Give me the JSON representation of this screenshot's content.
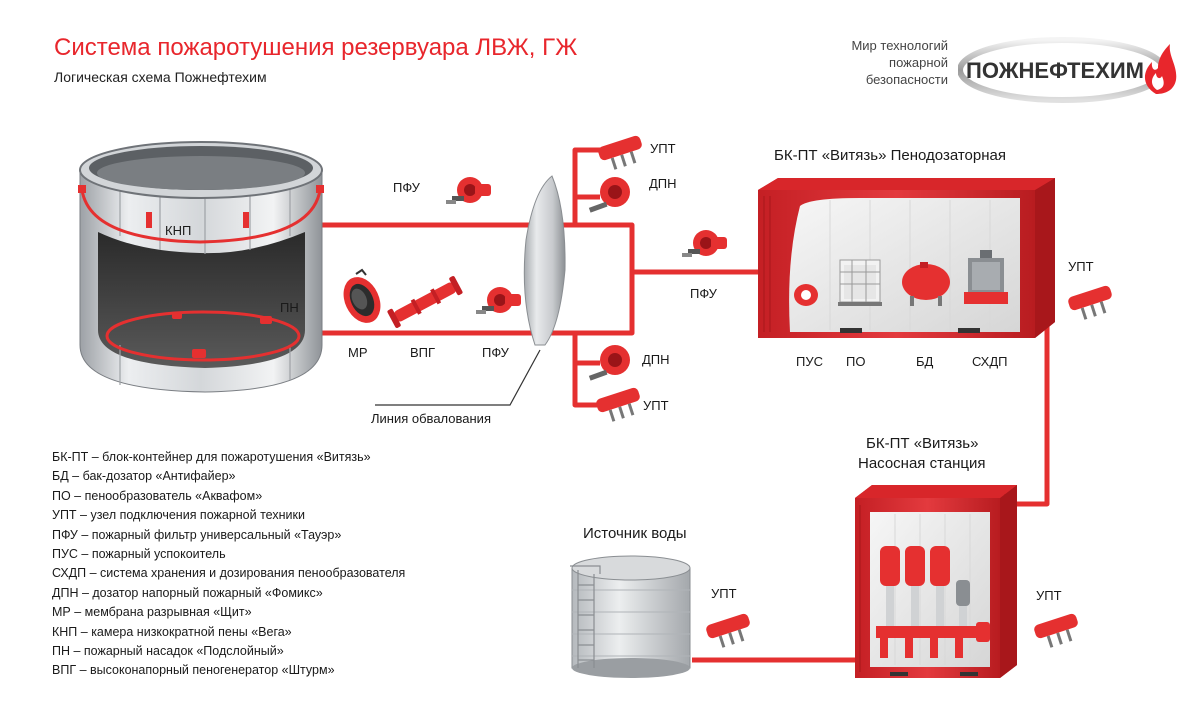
{
  "header": {
    "title": "Система пожаротушения резервуара ЛВЖ, ГЖ",
    "subtitle": "Логическая схема Пожнефтехим"
  },
  "brand": {
    "tagline": [
      "Мир технологий",
      "пожарной",
      "безопасности"
    ],
    "logo_text": "ПОЖНЕФТЕХИМ"
  },
  "diagram": {
    "tank": {
      "knp": "КНП",
      "pn": "ПН"
    },
    "line_labels": {
      "mr": "МР",
      "vpg": "ВПГ",
      "pfu_line": "ПФУ",
      "pfu_top": "ПФУ",
      "pfu_mid": "ПФУ"
    },
    "embankment": "Линия обвалования",
    "branch_top": {
      "upt": "УПТ",
      "dpn": "ДПН"
    },
    "branch_bottom": {
      "dpn": "ДПН",
      "upt": "УПТ"
    },
    "foam_container": {
      "title": "БК-ПТ «Витязь»  Пенодозаторная",
      "items": [
        "ПУС",
        "ПО",
        "БД",
        "СХДП"
      ],
      "upt": "УПТ"
    },
    "pump_container": {
      "title_line1": "БК-ПТ «Витязь»",
      "title_line2": "Насосная станция",
      "upt_left": "УПТ",
      "upt_right": "УПТ"
    },
    "water_source": "Источник воды"
  },
  "legend": [
    "БК-ПТ – блок-контейнер для пожаротушения «Витязь»",
    "БД – бак-дозатор «Антифайер»",
    "ПО – пенообразователь «Аквафом»",
    "УПТ – узел подключения пожарной техники",
    "ПФУ – пожарный фильтр универсальный «Тауэр»",
    "ПУС – пожарный успокоитель",
    "СХДП – система хранения и дозирования пенообразователя",
    "ДПН – дозатор напорный пожарный «Фомикс»",
    "МР – мембрана разрывная «Щит»",
    "КНП – камера низкократной пены «Вега»",
    "ПН – пожарный насадок «Подслойный»",
    "ВПГ – высоконапорный пеногенератор «Штурм»"
  ],
  "colors": {
    "accent_red": "#e8262c",
    "pipe_red": "#e53030",
    "container_red": "#d8262a",
    "steel": "#b8bcc0"
  }
}
